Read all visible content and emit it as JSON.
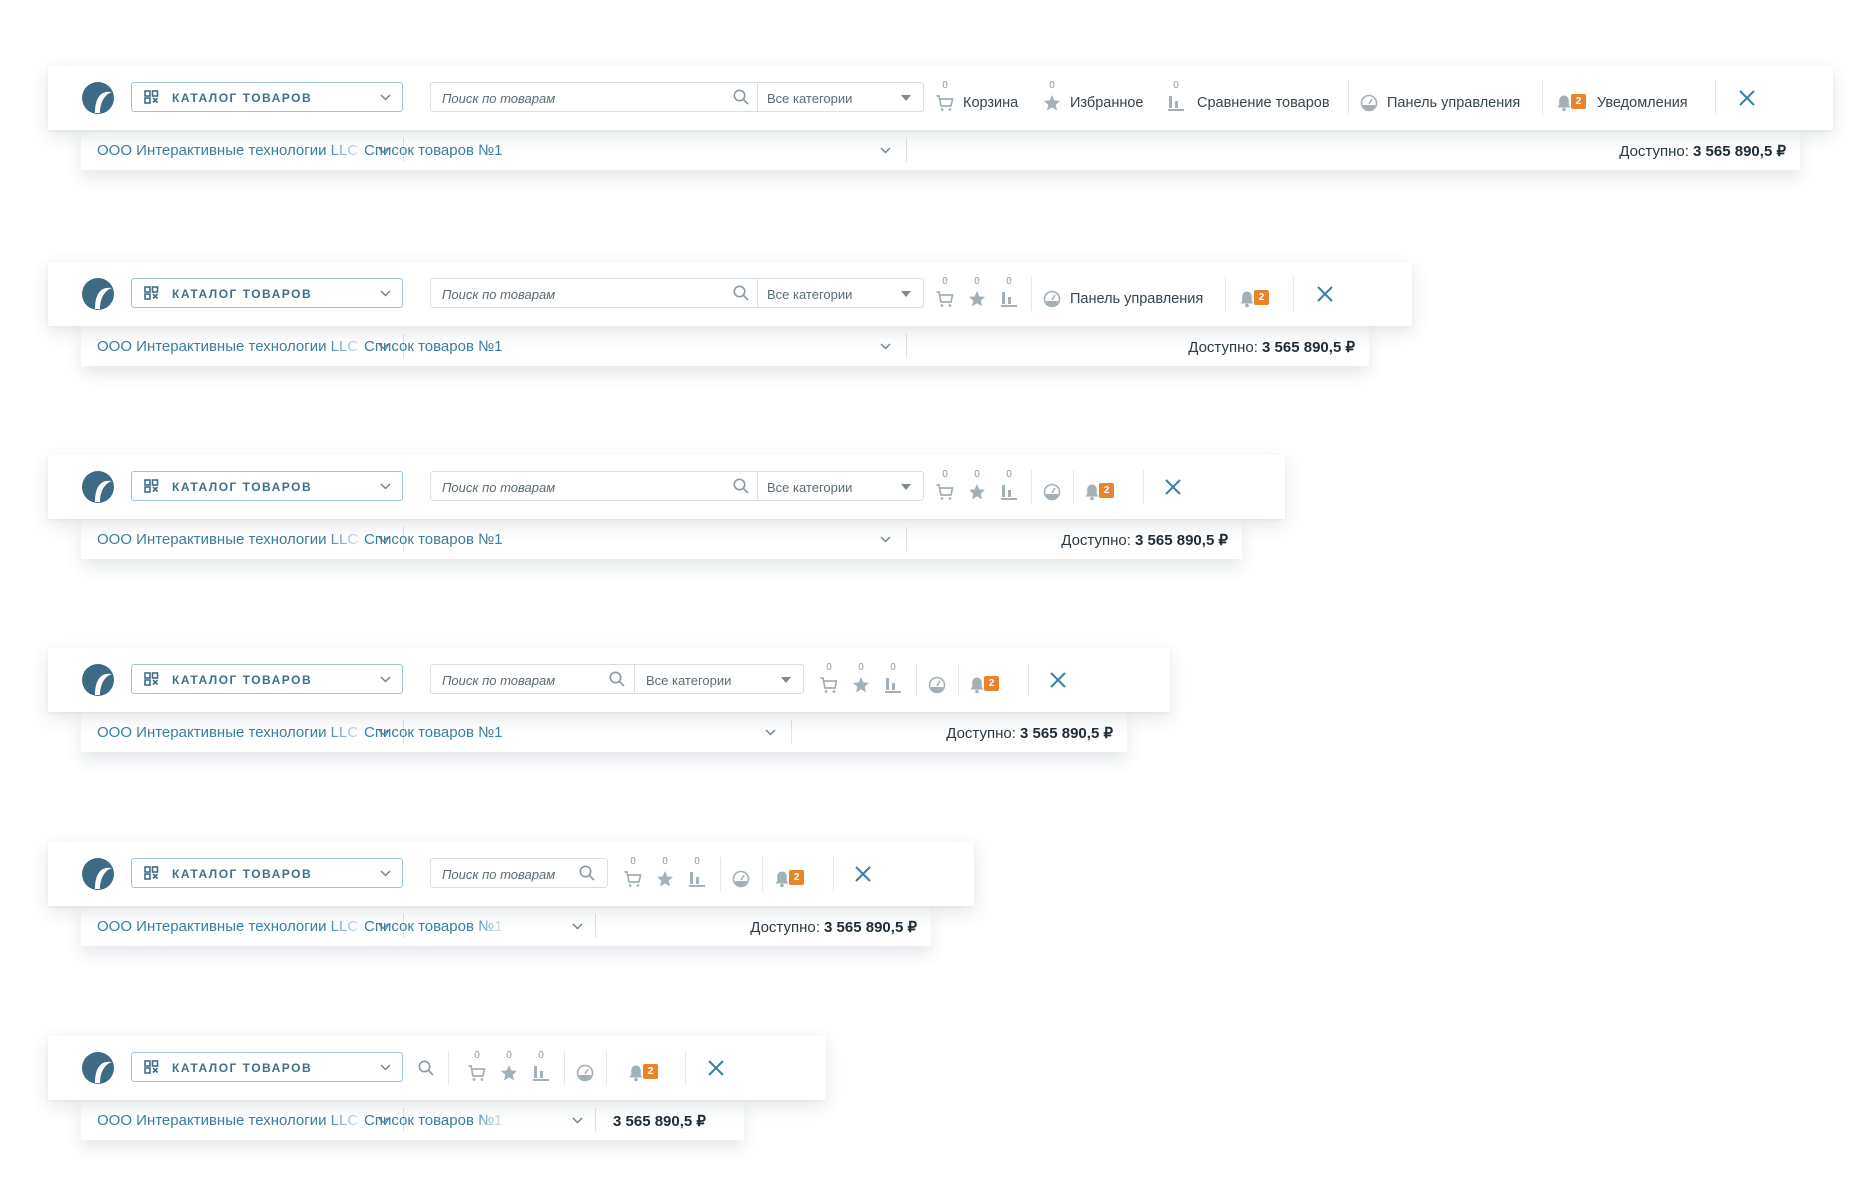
{
  "catalog_label": "КАТАЛОГ ТОВАРОВ",
  "search_placeholder": "Поиск по товарам",
  "category_select": "Все категории",
  "cart": {
    "count": "0",
    "label": "Корзина"
  },
  "favorites": {
    "count": "0",
    "label": "Избранное"
  },
  "compare": {
    "count": "0",
    "label": "Сравнение товаров"
  },
  "dashboard_label": "Панель управления",
  "notifications": {
    "badge": "2",
    "label": "Уведомления"
  },
  "org_name": "ООО Интерактивные технологии LLC",
  "list_name": "Список товаров №1",
  "available_label": "Доступно:",
  "available_amount": "3 565 890,5 ₽",
  "colors": {
    "accent": "#3a7fa3",
    "badge": "#e8842c",
    "icon_gray": "#a3b0b7"
  },
  "icons": [
    "logo-icon",
    "catalog-icon",
    "chevron-down-icon",
    "search-icon",
    "cart-icon",
    "star-icon",
    "compare-icon",
    "dashboard-icon",
    "bell-icon",
    "close-icon"
  ]
}
